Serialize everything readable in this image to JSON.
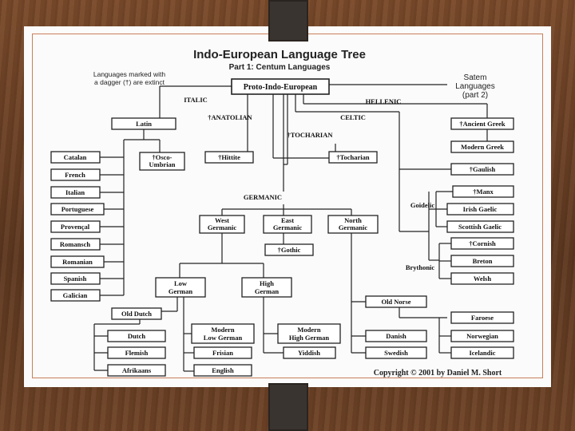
{
  "title": "Indo-European Language Tree",
  "subtitle": "Part 1: Centum Languages",
  "note": [
    "Languages marked with",
    "a dagger (†) are extinct"
  ],
  "satem": [
    "Satem",
    "Languages",
    "(part 2)"
  ],
  "copyright": "Copyright © 2001 by Daniel M. Short",
  "labels": {
    "italic": "ITALIC",
    "anatolian": "†ANATOLIAN",
    "tocharian": "†TOCHARIAN",
    "celtic": "CELTIC",
    "hellenic": "HELLENIC",
    "germanic": "GERMANIC",
    "goidelic": "Goidelic",
    "brythonic": "Brythonic"
  },
  "nodes": {
    "pie": "Proto-Indo-European",
    "latin": "Latin",
    "catalan": "Catalan",
    "french": "French",
    "italian": "Italian",
    "portuguese": "Portuguese",
    "provencal": "Provençal",
    "romansch": "Romansch",
    "romanian": "Romanian",
    "spanish": "Spanish",
    "galician": "Galician",
    "osco1": "†Osco-",
    "osco2": "Umbrian",
    "hittite": "†Hittite",
    "tocharian_lang": "†Tocharian",
    "ancient_greek": "†Ancient Greek",
    "modern_greek": "Modern Greek",
    "gaulish": "†Gaulish",
    "manx": "†Manx",
    "irish_gaelic": "Irish Gaelic",
    "scottish_gaelic": "Scottish Gaelic",
    "cornish": "†Cornish",
    "breton": "Breton",
    "welsh": "Welsh",
    "west_germanic_1": "West",
    "west_germanic_2": "Germanic",
    "east_germanic_1": "East",
    "east_germanic_2": "Germanic",
    "north_germanic_1": "North",
    "north_germanic_2": "Germanic",
    "gothic": "†Gothic",
    "low_german_1": "Low",
    "low_german_2": "German",
    "high_german_1": "High",
    "high_german_2": "German",
    "old_dutch": "Old Dutch",
    "dutch": "Dutch",
    "flemish": "Flemish",
    "afrikaans": "Afrikaans",
    "modern_low_german_1": "Modern",
    "modern_low_german_2": "Low German",
    "frisian": "Frisian",
    "english": "English",
    "modern_high_german_1": "Modern",
    "modern_high_german_2": "High German",
    "yiddish": "Yiddish",
    "old_norse": "Old Norse",
    "danish": "Danish",
    "swedish": "Swedish",
    "faroese": "Faroese",
    "norwegian": "Norwegian",
    "icelandic": "Icelandic"
  }
}
